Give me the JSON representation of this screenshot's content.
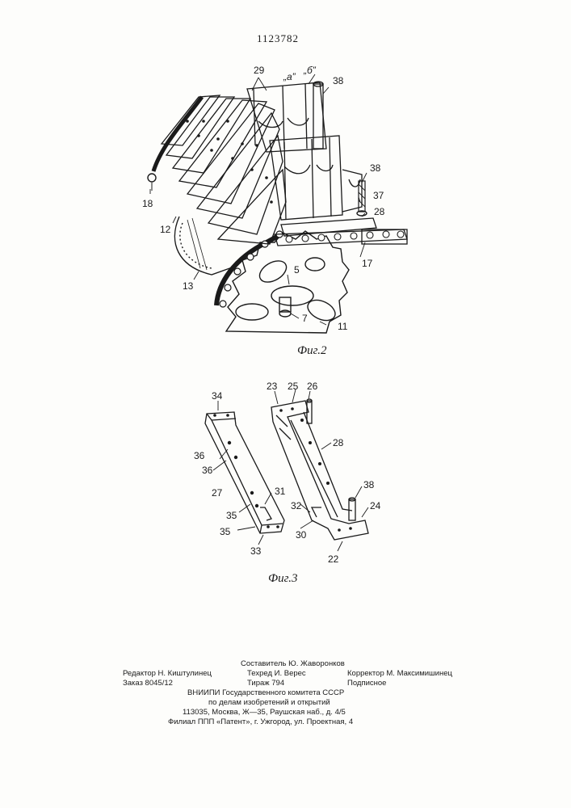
{
  "document": {
    "patent_number": "1123782",
    "figures": [
      {
        "caption": "Фиг.2",
        "labels": [
          "29",
          "„а”",
          "„б”",
          "38",
          "38",
          "37",
          "28",
          "17",
          "18",
          "12",
          "13",
          "5",
          "7",
          "11"
        ]
      },
      {
        "caption": "Фиг.3",
        "labels": [
          "34",
          "36",
          "36",
          "27",
          "31",
          "35",
          "35",
          "33",
          "23",
          "25",
          "26",
          "28",
          "38",
          "32",
          "24",
          "30",
          "22"
        ]
      }
    ],
    "footer": {
      "compiler": "Составитель Ю. Жаворонков",
      "editor": "Редактор Н. Киштулинец",
      "techred": "Техред И. Верес",
      "corrector": "Корректор М. Максимишинец",
      "order": "Заказ 8045/12",
      "circulation": "Тираж 794",
      "subscription": "Подписное",
      "org_line1": "ВНИИПИ Государственного комитета СССР",
      "org_line2": "по делам изобретений и открытий",
      "address1": "113035, Москва, Ж—35, Раушская наб., д. 4/5",
      "address2": "Филиал ППП «Патент», г. Ужгород, ул. Проектная, 4"
    }
  }
}
